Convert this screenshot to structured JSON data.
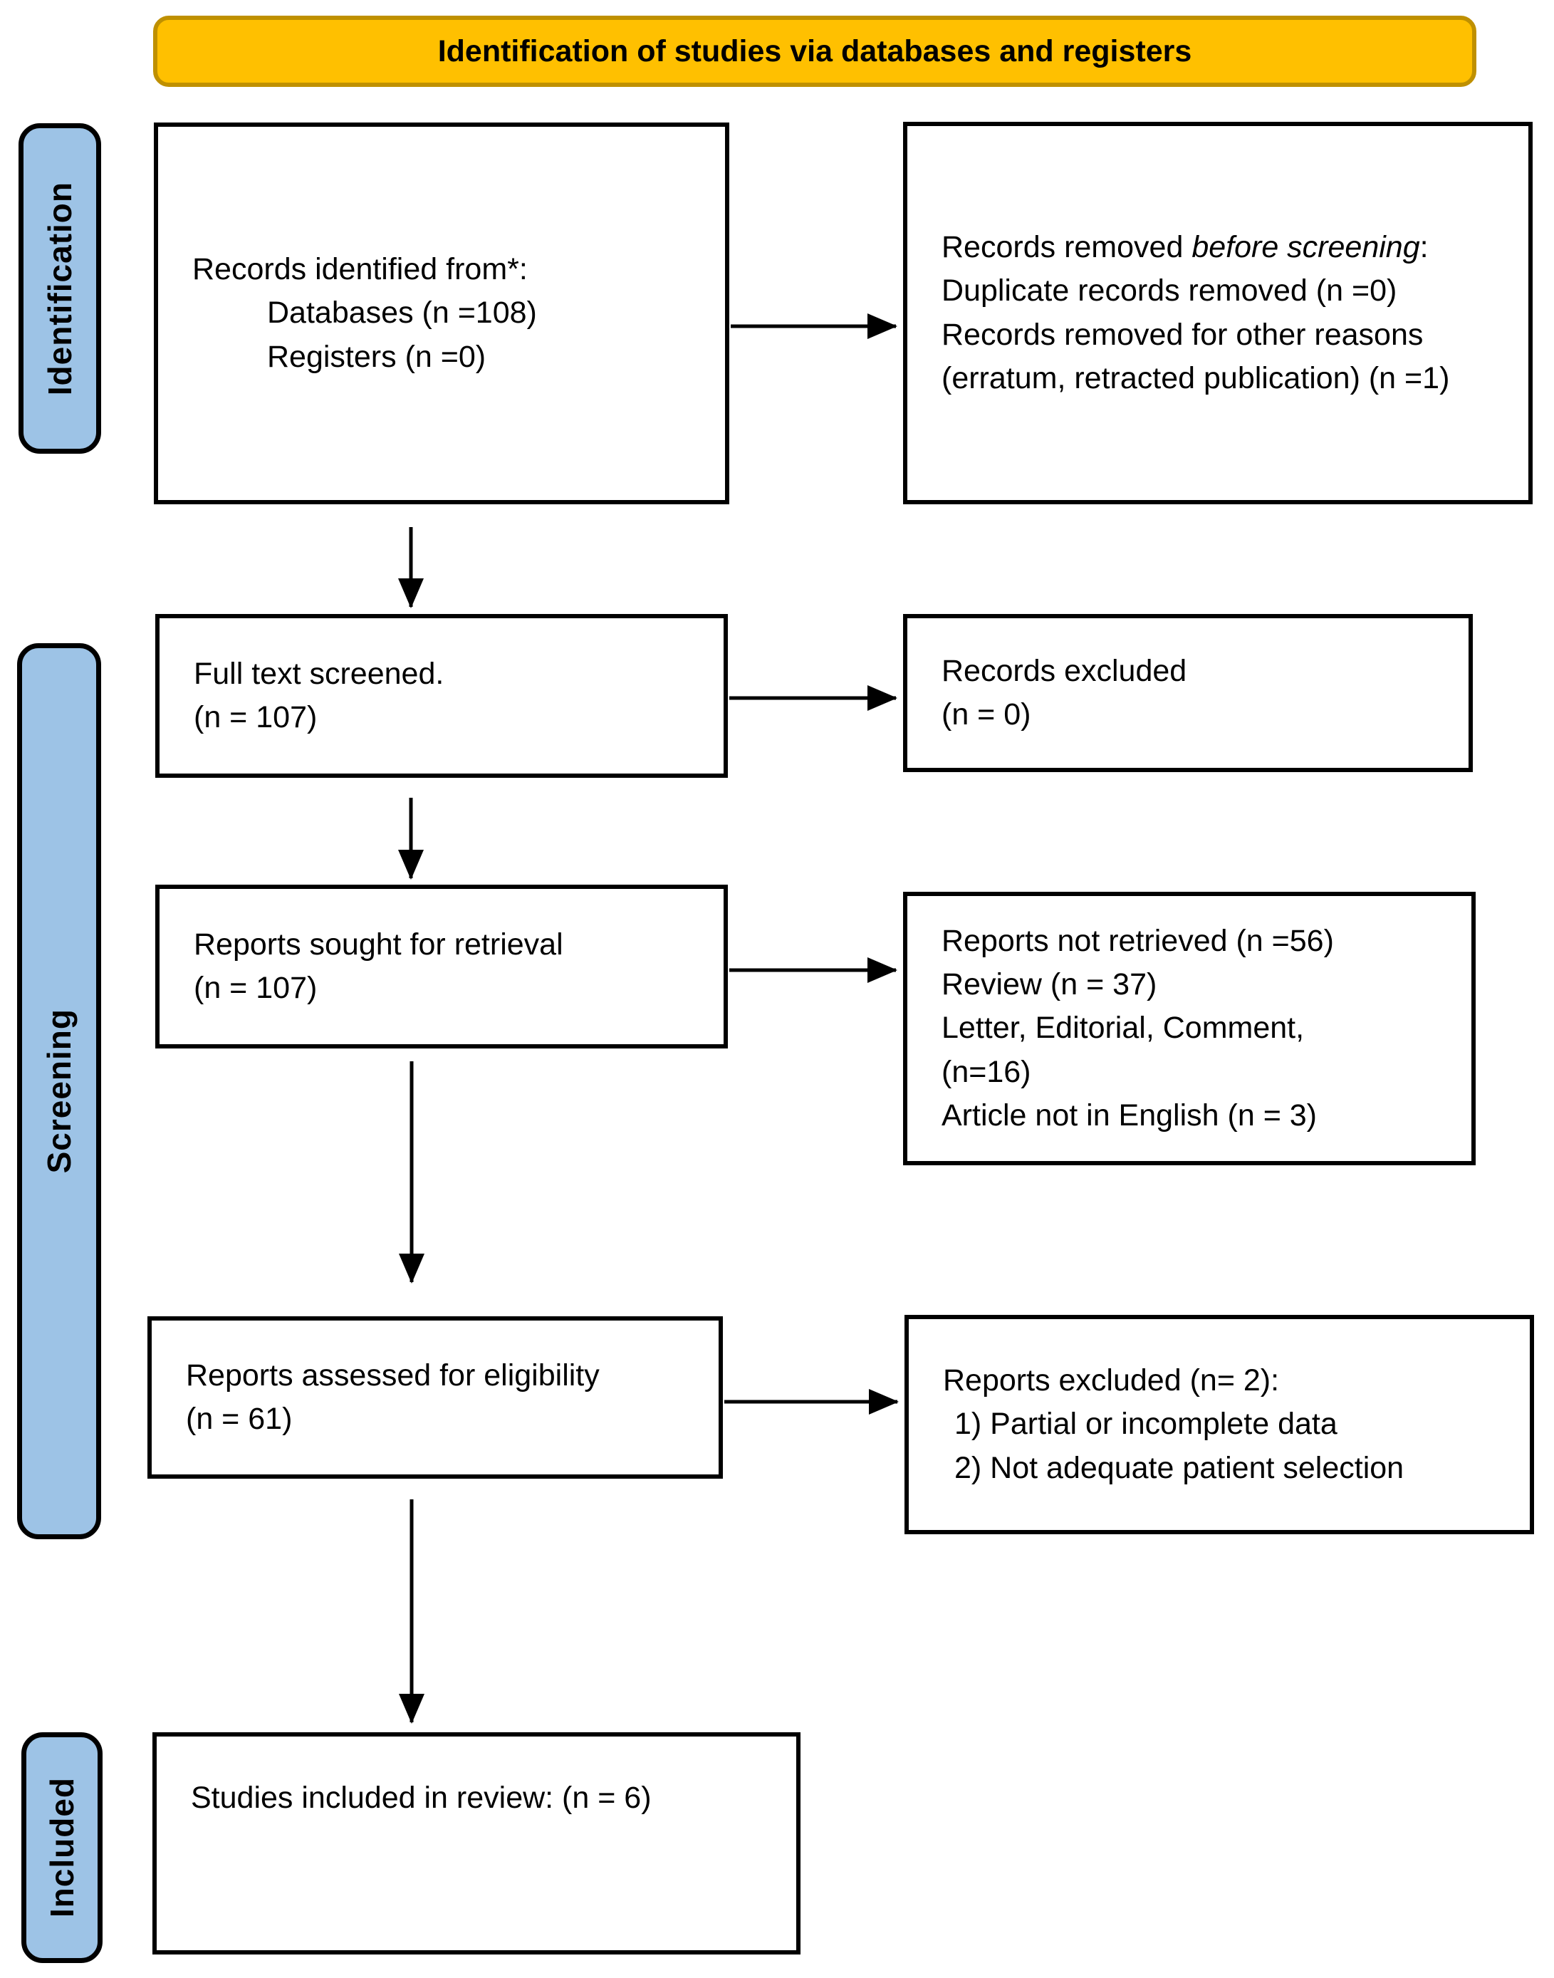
{
  "banner": {
    "title": "Identification of studies via databases and registers"
  },
  "stage_labels": {
    "identification": "Identification",
    "screening": "Screening",
    "included": "Included"
  },
  "boxes": {
    "records_identified": {
      "heading": "Records identified from*:",
      "items": [
        "Databases (n =108)",
        "Registers (n =0)"
      ]
    },
    "records_removed": {
      "line1_prefix": "Records removed ",
      "line1_italic": "before screening",
      "line1_suffix": ":",
      "lines": [
        "Duplicate records removed (n =0)",
        "Records removed for other reasons",
        "(erratum, retracted publication) (n =1)"
      ]
    },
    "full_text_screened": {
      "lines": [
        "Full text screened.",
        "(n = 107)"
      ]
    },
    "records_excluded": {
      "lines": [
        "Records excluded",
        "(n = 0)"
      ]
    },
    "reports_sought": {
      "lines": [
        "Reports sought for retrieval",
        "(n = 107)"
      ]
    },
    "reports_not_retrieved": {
      "lines": [
        "Reports not retrieved (n =56)",
        "Review (n = 37)",
        "Letter, Editorial, Comment,",
        "(n=16)",
        "Article not in English (n = 3)"
      ]
    },
    "reports_assessed": {
      "lines": [
        "Reports assessed for eligibility",
        "(n = 61)"
      ]
    },
    "reports_excluded": {
      "lines": [
        "Reports excluded (n= 2):",
        "1) Partial or incomplete data",
        "2) Not adequate patient selection"
      ]
    },
    "studies_included": {
      "lines": [
        "Studies included in review: (n = 6)"
      ]
    }
  },
  "colors": {
    "banner_fill": "#FFC000",
    "banner_border": "#BF9000",
    "stage_fill": "#9DC3E6",
    "box_border": "#000000",
    "arrow": "#000000"
  }
}
